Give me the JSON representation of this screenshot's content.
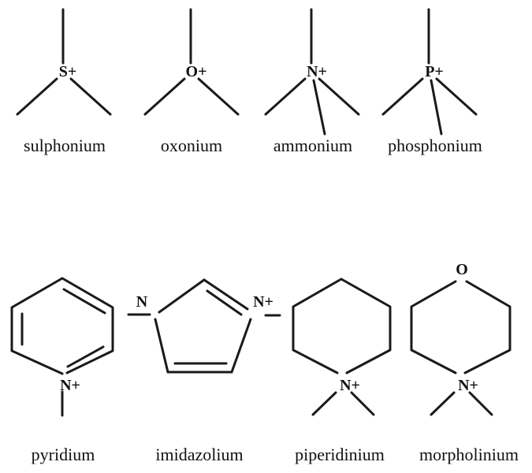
{
  "colors": {
    "ink": "#1a1a1a",
    "background": "#ffffff"
  },
  "row1": [
    {
      "id": "sulphonium",
      "atom": "S+",
      "name": "sulphonium"
    },
    {
      "id": "oxonium",
      "atom": "O+",
      "name": "oxonium"
    },
    {
      "id": "ammonium",
      "atom": "N+",
      "name": "ammonium"
    },
    {
      "id": "phosphonium",
      "atom": "P+",
      "name": "phosphonium"
    }
  ],
  "row2": [
    {
      "id": "pyridium",
      "atoms": [
        "N+"
      ],
      "name": "pyridium"
    },
    {
      "id": "imidazolium",
      "atoms": [
        "N",
        "N+"
      ],
      "name": "imidazolium"
    },
    {
      "id": "piperidinium",
      "atoms": [
        "N+"
      ],
      "name": "piperidinium"
    },
    {
      "id": "morpholinium",
      "atoms": [
        "O",
        "N+"
      ],
      "name": "morpholinium"
    }
  ]
}
